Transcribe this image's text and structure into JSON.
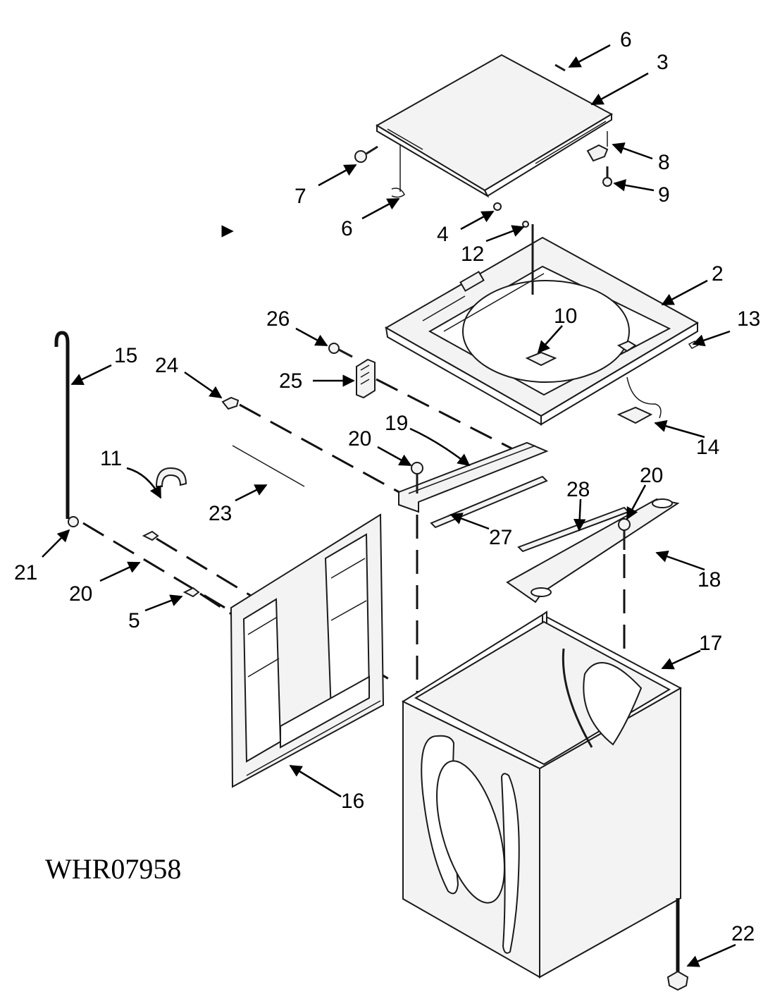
{
  "diagram": {
    "code": "WHR07958",
    "callouts": [
      "6",
      "3",
      "8",
      "7",
      "9",
      "6",
      "4",
      "12",
      "2",
      "13",
      "26",
      "10",
      "15",
      "24",
      "25",
      "14",
      "19",
      "20",
      "11",
      "23",
      "20",
      "28",
      "27",
      "21",
      "18",
      "20",
      "5",
      "17",
      "16",
      "22"
    ]
  }
}
